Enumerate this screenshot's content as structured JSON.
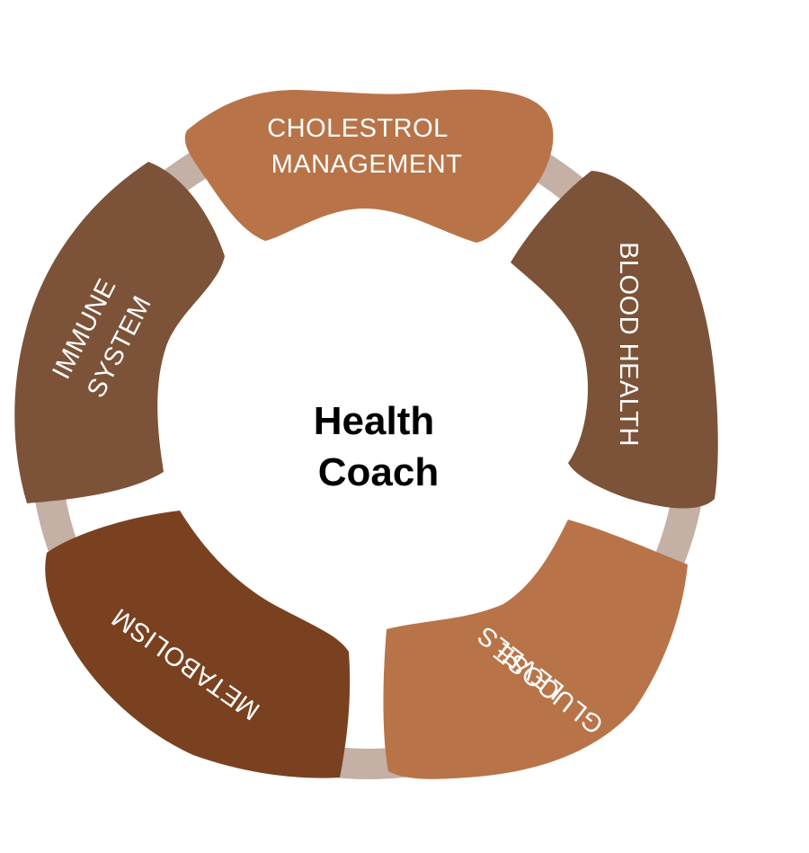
{
  "center": {
    "line1": "Health",
    "line2": "Coach"
  },
  "segments": [
    {
      "id": "cholestrol",
      "line1": "CHOLESTROL",
      "line2": "MANAGEMENT"
    },
    {
      "id": "blood",
      "line1": "BLOOD HEALTH"
    },
    {
      "id": "glucose",
      "line1": "GLUCOSE",
      "line2": "LEVELS"
    },
    {
      "id": "metabolism",
      "line1": "METABOLISM"
    },
    {
      "id": "immune",
      "line1": "IMMUNE",
      "line2": "SYSTEM"
    }
  ],
  "colors": {
    "ring": "#c4b0a4",
    "cholestrol": "#b87448",
    "blood": "#7c5338",
    "glucose": "#b87448",
    "metabolism": "#7a4120",
    "immune": "#7c5338",
    "label_text": "#ffffff",
    "center_text": "#000000"
  }
}
